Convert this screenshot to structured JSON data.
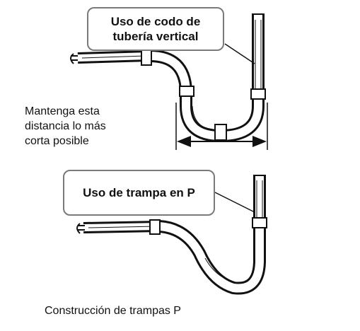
{
  "figure": {
    "vertical_elbow_label": "Uso de codo de\ntubería vertical",
    "p_trap_label": "Uso de trampa en P",
    "distance_note": "Mantenga esta\ndistancia lo más\ncorta posible",
    "caption": "Construcción de trampas P"
  }
}
